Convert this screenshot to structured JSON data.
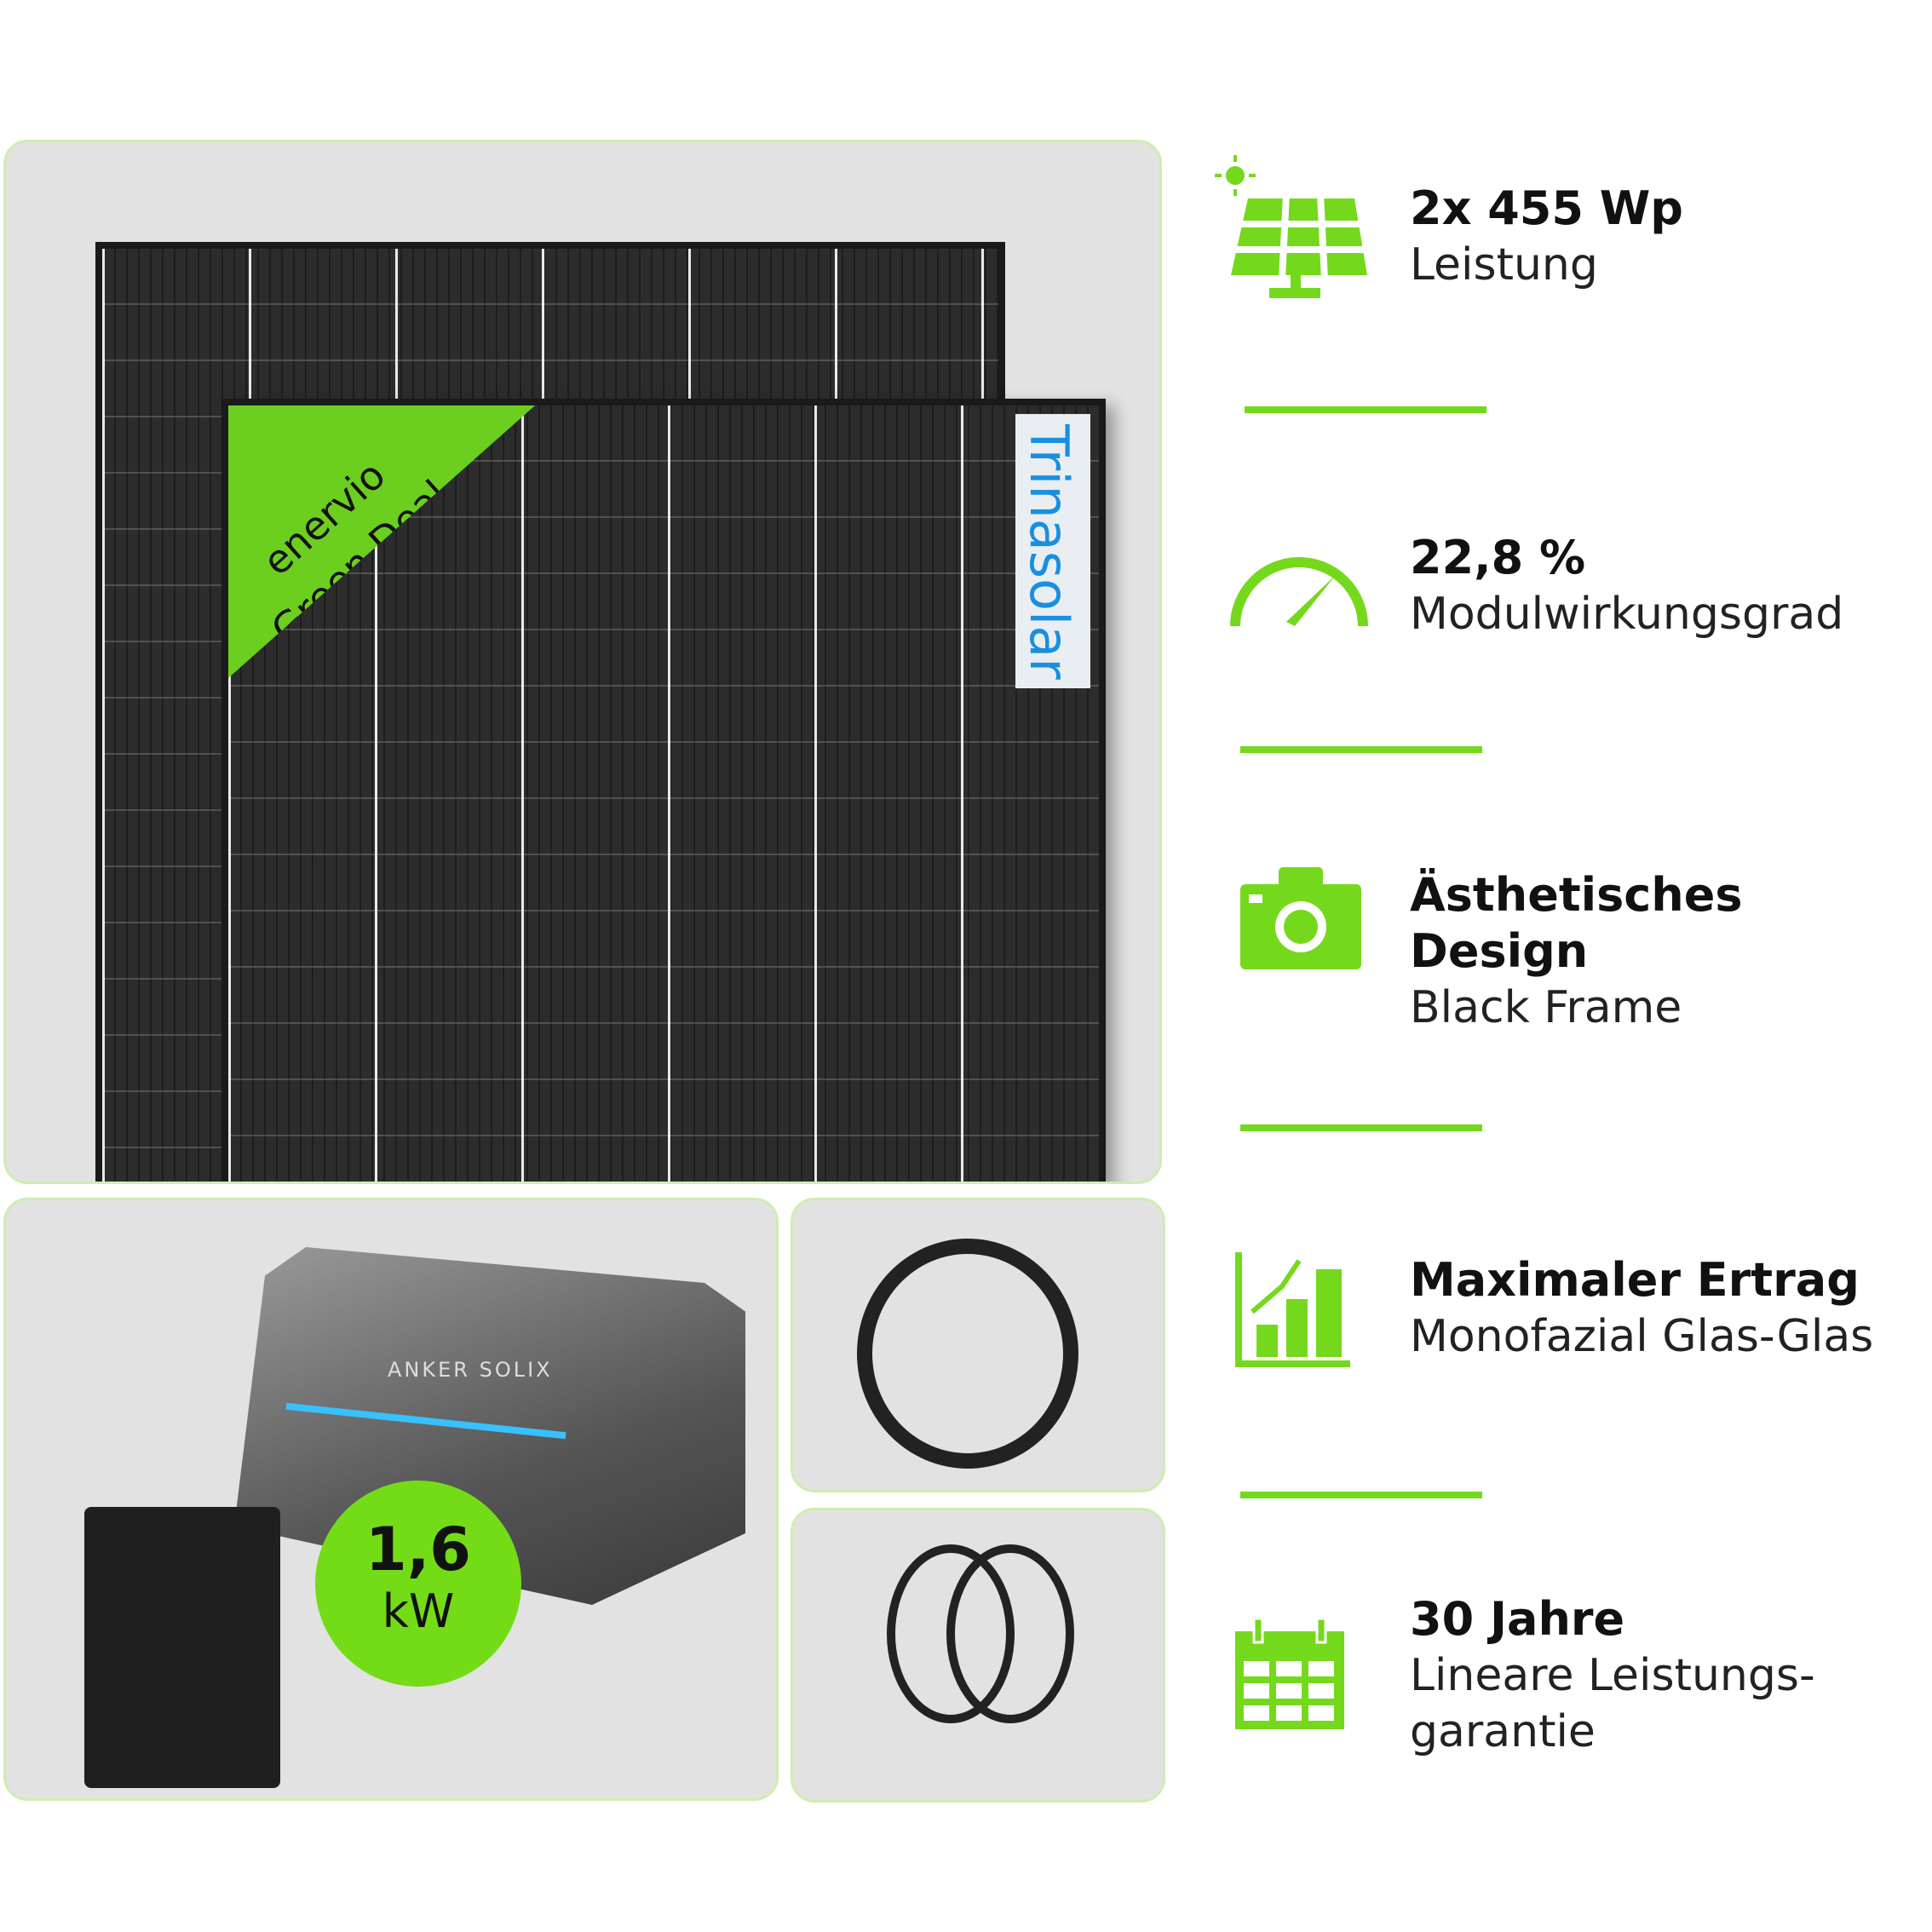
{
  "panel_labels": {
    "brand_banner_line1": "enervio",
    "brand_banner_line2": "Green Deal",
    "manufacturer": "Trinasolar"
  },
  "battery": {
    "brand": "ANKER SOLIX",
    "power_value": "1,6",
    "power_unit": "kW"
  },
  "features": [
    {
      "icon": "solar-panel-icon",
      "title": "2x 455 Wp",
      "subtitle": "Leistung"
    },
    {
      "icon": "speedometer-icon",
      "title": "22,8 %",
      "subtitle": "Modulwirkungsgrad"
    },
    {
      "icon": "camera-icon",
      "title": "Ästhetisches Design",
      "subtitle": "Black Frame"
    },
    {
      "icon": "bar-chart-icon",
      "title": "Maximaler Ertrag",
      "subtitle": "Monofazial Glas-Glas"
    },
    {
      "icon": "calendar-icon",
      "title": "30 Jahre",
      "subtitle": "Lineare Leistungs-",
      "subtitle2": "garantie"
    }
  ],
  "colors": {
    "accent": "#74d91c",
    "box_bg": "#e2e2e2"
  }
}
